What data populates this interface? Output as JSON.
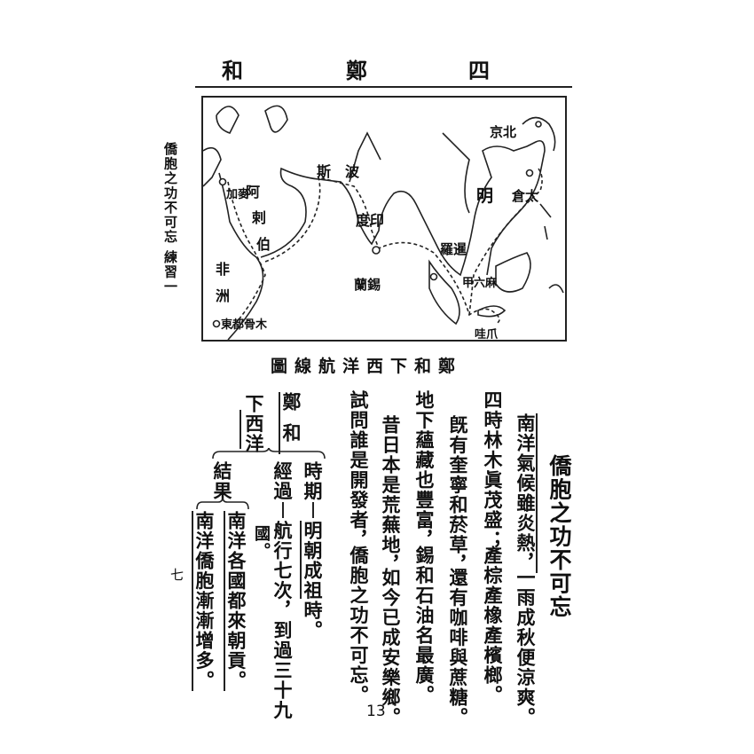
{
  "header": {
    "chars": [
      "和",
      "鄭",
      "四"
    ]
  },
  "side_margin": {
    "lesson_title": "僑胞之功不可忘",
    "exercise": "練習一",
    "page_kanji": "七"
  },
  "map": {
    "labels": {
      "beijing": "京北",
      "taicang": "倉太",
      "ming": "明",
      "persia_1": "斯",
      "persia_2": "波",
      "arabia_1": "阿",
      "arabia_2": "剌",
      "arabia_3": "伯",
      "mecca": "加麥",
      "africa_1": "非",
      "africa_2": "洲",
      "india": "度印",
      "siam": "羅暹",
      "ceylon": "蘭錫",
      "malacca": "甲六麻",
      "java": "哇爪",
      "mogadishu": "東都骨木"
    },
    "caption": "圖線航洋西下和鄭"
  },
  "poem": {
    "title": "僑胞之功不可忘",
    "lines": [
      {
        "a": "南洋氣候雖炎熱，",
        "b": "一雨成秋便涼爽。"
      },
      {
        "a": "四時林木眞茂盛；",
        "b": "產棕產橡產檳榔。"
      },
      {
        "a": "旣有奎寧和菸草，",
        "b": "還有咖啡與蔗糖。"
      },
      {
        "a": "地下蘊藏也豐富，",
        "b": "錫和石油名最廣。"
      },
      {
        "a": "昔日本是荒蕪地，",
        "b": "如今已成安樂鄉。"
      },
      {
        "a": "試問誰是開發者，",
        "b": "僑胞之功不可忘。"
      }
    ]
  },
  "outline": {
    "subject": "鄭和",
    "topic": "下西洋",
    "period_label": "時期",
    "period_value": "明朝成祖時。",
    "process_label": "經過",
    "process_value": "航行七次，到過三十九",
    "process_value_2": "國。",
    "result_label": "結果",
    "result_1": "南洋各國都來朝貢。",
    "result_2": "南洋僑胞漸漸增多。"
  },
  "footer": {
    "page_number": "13"
  }
}
